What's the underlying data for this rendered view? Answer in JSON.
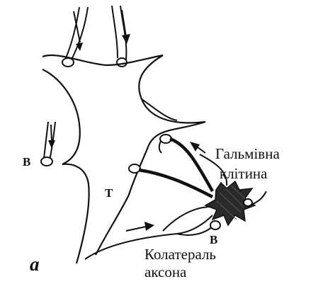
{
  "figure": {
    "panel_letter": "a",
    "labels": {
      "synapse_b_left": "В",
      "synapse_b_bottom": "В",
      "cell_t": "Т",
      "inhibitory_cell_line1": "Гальмівна",
      "inhibitory_cell_line2": "клітина",
      "collateral_line1": "Колатераль",
      "collateral_line2": "аксона"
    }
  }
}
